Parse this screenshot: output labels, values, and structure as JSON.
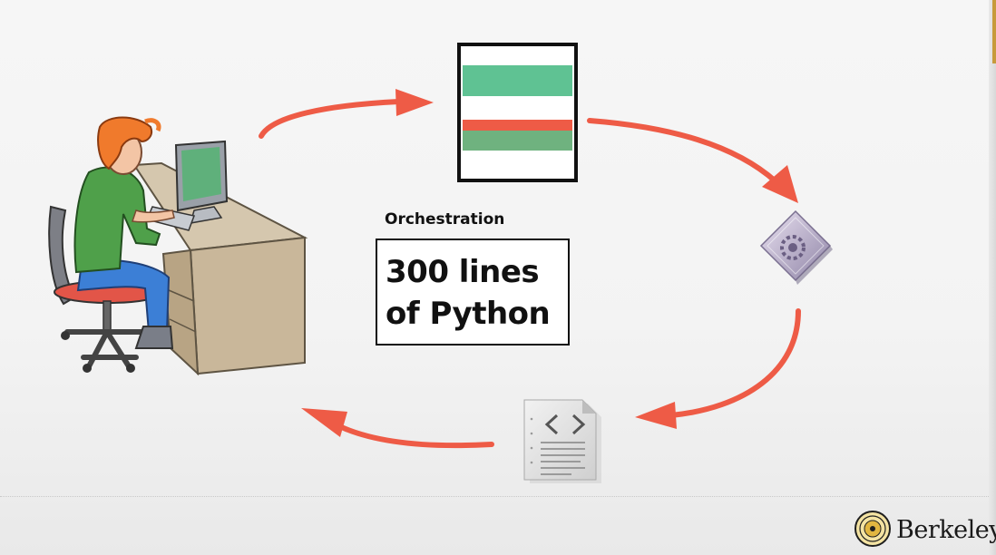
{
  "diagram": {
    "label": "Orchestration",
    "box_line1": "300 lines",
    "box_line2": "of Python"
  },
  "logo": {
    "text": "Berkeley"
  },
  "icons": [
    "person-at-computer-icon",
    "test-results-icon",
    "gear-diamond-icon",
    "code-document-icon",
    "berkeley-seal-icon"
  ],
  "colors": {
    "arrow": "#ee5b46",
    "pass_green": "#5fc293",
    "fail_red": "#ee5b46",
    "muted_green": "#6fb27f"
  }
}
